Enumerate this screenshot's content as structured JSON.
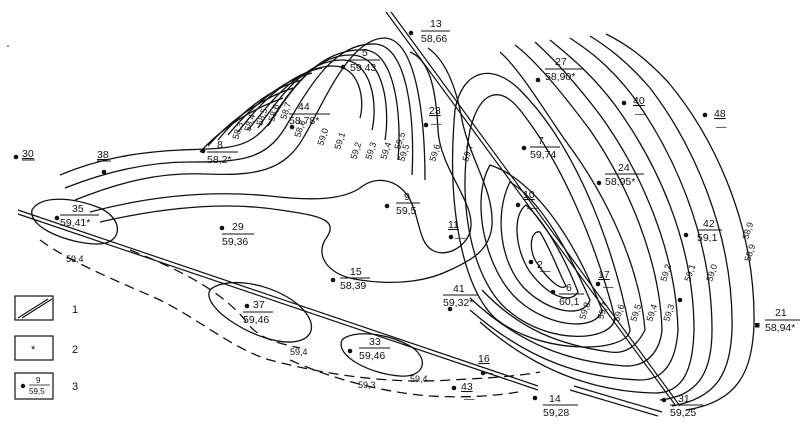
{
  "wells": [
    {
      "num": "13",
      "val": "58,66",
      "underlined": false
    },
    {
      "num": "27",
      "val": "58,90*",
      "underlined": false
    },
    {
      "num": "5",
      "val": "59,43",
      "underlined": false
    },
    {
      "num": "44",
      "val": "58,78*",
      "underlined": false
    },
    {
      "num": "8",
      "val": "58,2*",
      "underlined": false
    },
    {
      "num": "30",
      "val": "",
      "underlined": true
    },
    {
      "num": "38",
      "val": "",
      "underlined": true
    },
    {
      "num": "23",
      "val": "—",
      "underlined": true
    },
    {
      "num": "40",
      "val": "—",
      "underlined": true
    },
    {
      "num": "48",
      "val": "—",
      "underlined": true
    },
    {
      "num": "7",
      "val": "59,74",
      "underlined": false
    },
    {
      "num": "24",
      "val": "58,95*",
      "underlined": false
    },
    {
      "num": "9",
      "val": "59,5",
      "underlined": false
    },
    {
      "num": "10",
      "val": "—",
      "underlined": true
    },
    {
      "num": "35",
      "val": "59,41*",
      "underlined": false
    },
    {
      "num": "29",
      "val": "59,36",
      "underlined": false
    },
    {
      "num": "11",
      "val": "—",
      "underlined": true
    },
    {
      "num": "42",
      "val": "59,1",
      "underlined": false
    },
    {
      "num": "2",
      "val": "—",
      "underlined": false
    },
    {
      "num": "15",
      "val": "58,39",
      "underlined": false
    },
    {
      "num": "41",
      "val": "59,32*",
      "underlined": false
    },
    {
      "num": "6",
      "val": "60,1",
      "underlined": false
    },
    {
      "num": "17",
      "val": "—",
      "underlined": true
    },
    {
      "num": "37",
      "val": "59,46",
      "underlined": false
    },
    {
      "num": "21",
      "val": "58,94*",
      "underlined": false
    },
    {
      "num": "33",
      "val": "59,46",
      "underlined": false
    },
    {
      "num": "16",
      "val": "—",
      "underlined": true
    },
    {
      "num": "43",
      "val": "—",
      "underlined": true
    },
    {
      "num": "14",
      "val": "59,28",
      "underlined": false
    },
    {
      "num": "31",
      "val": "59,25",
      "underlined": false
    }
  ],
  "isolines": [
    "58,3",
    "58,4",
    "58,5",
    "58,6",
    "58,7",
    "58,8",
    "59,0",
    "59,1",
    "59,2",
    "59,3",
    "59,4",
    "59,5",
    "59,6",
    "59,7",
    "59,8",
    "59,7",
    "59,6",
    "59,5",
    "59,4",
    "59,3",
    "59,2",
    "59,1",
    "59,0",
    "58,9",
    "59,4",
    "59,4",
    "59,4",
    "59,3",
    "58,9",
    "59,5"
  ],
  "legend": {
    "item1": "1",
    "item2": "2",
    "item2_symbol": "*",
    "item3": "3",
    "item3_num": "9",
    "item3_val": "59,5"
  }
}
